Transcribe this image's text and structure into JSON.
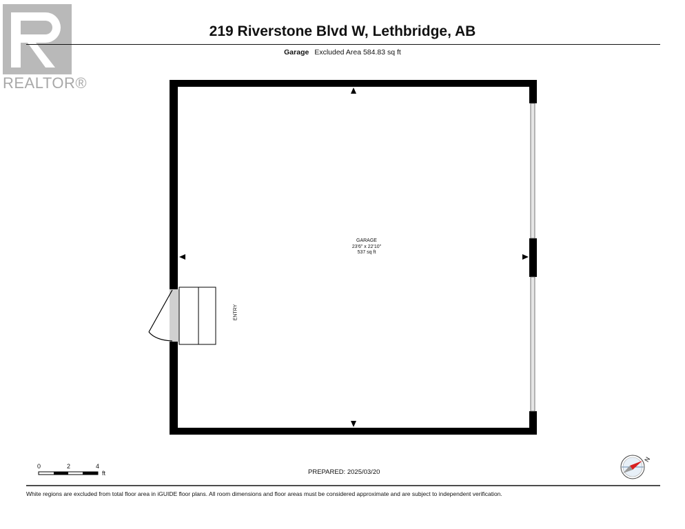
{
  "brand": {
    "logo_text": "REALTOR®"
  },
  "header": {
    "address": "219 Riverstone Blvd W, Lethbridge, AB"
  },
  "floor": {
    "name": "Garage",
    "area_label": "Excluded Area 584.83 sq ft"
  },
  "room": {
    "name": "GARAGE",
    "dimensions": "23'6\" x 22'10\"",
    "area": "537 sq ft"
  },
  "entry_label": "ENTRY",
  "scale": {
    "ticks": [
      "0",
      "2",
      "4"
    ],
    "unit": "ft"
  },
  "prepared": "PREPARED:  2025/03/20",
  "compass": {
    "direction": "N"
  },
  "footer": {
    "disclaimer": "White regions are excluded from total floor area in iGUIDE floor plans. All room dimensions and floor areas must be considered approximate and are subject to independent verification."
  }
}
